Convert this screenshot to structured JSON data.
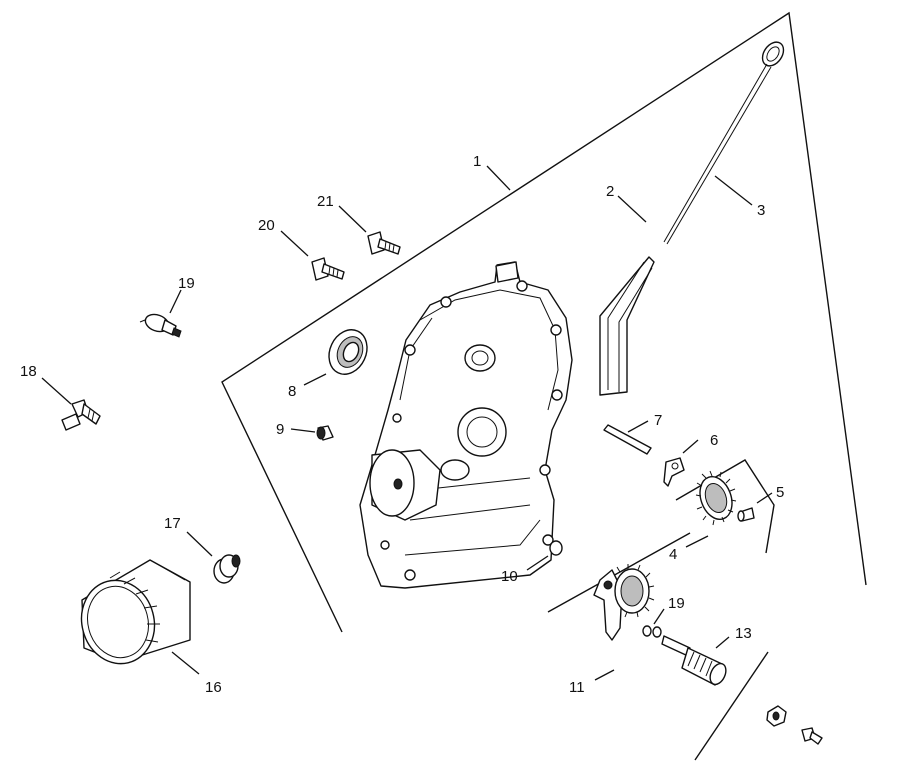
{
  "callouts": {
    "c1": "1",
    "c2": "2",
    "c3": "3",
    "c4": "4",
    "c5": "5",
    "c6": "6",
    "c7": "7",
    "c8": "8",
    "c9": "9",
    "c10": "10",
    "c11": "11",
    "c13": "13",
    "c16": "16",
    "c17": "17",
    "c18": "18",
    "c19a": "19",
    "c19b": "19",
    "c20": "20",
    "c21": "21"
  }
}
